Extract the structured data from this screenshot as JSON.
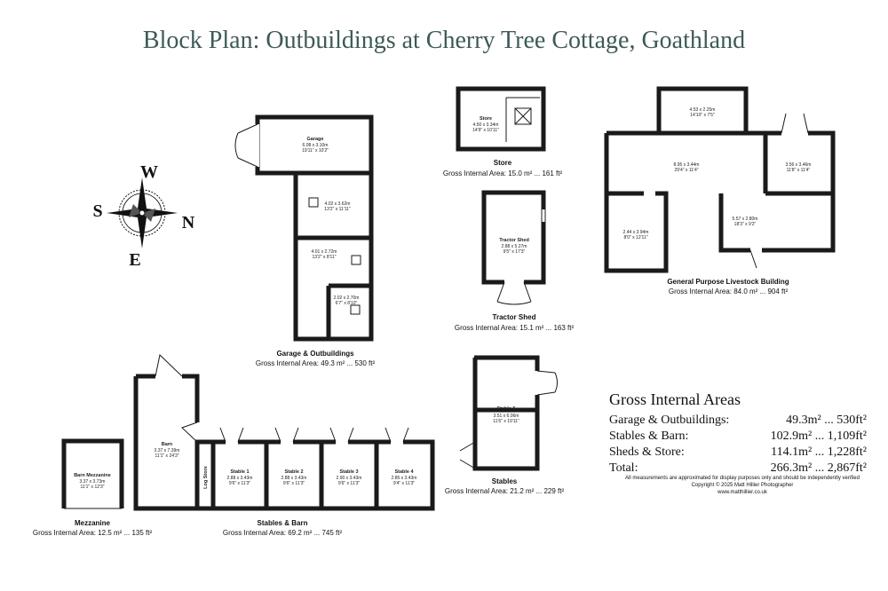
{
  "title": "Block Plan: Outbuildings at Cherry Tree Cottage, Goathland",
  "colors": {
    "title": "#3d5a57",
    "walls": "#1a1a1a"
  },
  "compass": {
    "north": "N",
    "south": "S",
    "east": "E",
    "west": "W"
  },
  "blocks": {
    "garage": {
      "name": "Garage & Outbuildings",
      "area": "Gross Internal Area: 49.3 m² ... 530 ft²",
      "rooms": [
        {
          "name": "Garage",
          "dims": [
            "6.08 x 3.10m",
            "19'11\" x 10'2\""
          ]
        },
        {
          "name": "",
          "dims": [
            "4.02 x 3.62m",
            "13'2\" x 11'11\""
          ]
        },
        {
          "name": "",
          "dims": [
            "4.01 x 2.72m",
            "13'2\" x 8'11\""
          ]
        },
        {
          "name": "",
          "dims": [
            "2.02 x 2.70m",
            "6'7\" x 8'10\""
          ]
        }
      ]
    },
    "store": {
      "name": "Store",
      "area": "Gross Internal Area: 15.0 m² ... 161 ft²",
      "room": {
        "name": "Store",
        "dims": [
          "4.50 x 3.34m",
          "14'9\" x 10'11\""
        ]
      }
    },
    "tractor": {
      "name": "Tractor Shed",
      "area": "Gross Internal Area: 15.1 m² ... 163 ft²",
      "room": {
        "name": "Tractor Shed",
        "dims": [
          "2.88 x 5.27m",
          "9'5\" x 17'3\""
        ]
      }
    },
    "livestock": {
      "name": "General Purpose Livestock Building",
      "area": "Gross Internal Area: 84.0 m² ... 904 ft²",
      "rooms": [
        {
          "dims": [
            "4.53 x 2.25m",
            "14'10\" x 7'5\""
          ]
        },
        {
          "dims": [
            "8.95 x 3.44m",
            "29'4\" x 11'4\""
          ]
        },
        {
          "dims": [
            "3.56 x 3.46m",
            "11'8\" x 11'4\""
          ]
        },
        {
          "dims": [
            "2.44 x 3.94m",
            "8'0\" x 12'11\""
          ]
        },
        {
          "dims": [
            "5.57 x 2.80m",
            "18'3\" x 9'2\""
          ]
        }
      ]
    },
    "stables": {
      "name": "Stables",
      "area": "Gross Internal Area: 21.2 m² ... 229 ft²",
      "room": {
        "name": "Stable 5",
        "dims": [
          "3.51 x 6.06m",
          "11'6\" x 19'11\""
        ]
      }
    },
    "stablesBarn": {
      "name": "Stables & Barn",
      "area": "Gross Internal Area: 69.2 m² ... 745 ft²",
      "barn": {
        "name": "Barn",
        "dims": [
          "3.37 x 7.39m",
          "11'1\" x 24'3\""
        ]
      },
      "logStore": "Log Store",
      "stalls": [
        {
          "name": "Stable 1",
          "dims": [
            "2.88 x 3.43m",
            "9'6\" x 11'3\""
          ]
        },
        {
          "name": "Stable 2",
          "dims": [
            "2.88 x 3.43m",
            "9'6\" x 11'3\""
          ]
        },
        {
          "name": "Stable 3",
          "dims": [
            "2.90 x 3.43m",
            "9'6\" x 11'3\""
          ]
        },
        {
          "name": "Stable 4",
          "dims": [
            "2.85 x 3.43m",
            "9'4\" x 11'3\""
          ]
        }
      ]
    },
    "mezzanine": {
      "name": "Mezzanine",
      "area": "Gross Internal Area: 12.5 m² ... 135 ft²",
      "room": {
        "name": "Barn Mezzanine",
        "dims": [
          "3.37 x 3.73m",
          "11'1\" x 12'3\""
        ]
      }
    }
  },
  "gia": {
    "title": "Gross Internal Areas",
    "rows": [
      {
        "label": "Garage & Outbuildings:",
        "value": "49.3m² ... 530ft²"
      },
      {
        "label": "Stables & Barn:",
        "value": "102.9m² ... 1,109ft²"
      },
      {
        "label": "Sheds & Store:",
        "value": "114.1m² ... 1,228ft²"
      },
      {
        "label": "Total:",
        "value": "266.3m² ... 2,867ft²"
      }
    ]
  },
  "notes": [
    "All measurements are approximated for display purposes only and should be independently verified",
    "Copyright © 2025 Matt Hillier Photographer",
    "www.matthillier.co.uk"
  ]
}
